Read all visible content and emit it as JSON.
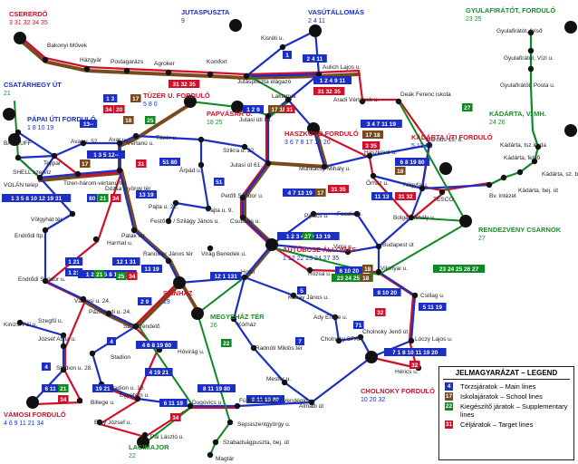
{
  "colors": {
    "main": "#1b2fc4",
    "school": "#7a4a1f",
    "supplementary": "#0e8a22",
    "target": "#d0102a",
    "stop": "#111111",
    "green_text": "#1c8c2c",
    "blue_text": "#1b2fc4",
    "red_text": "#d0102a"
  },
  "terminals": [
    {
      "name": "CSERERDŐ",
      "numbers": "3 31 32 34 35",
      "numColor": "red_text"
    },
    {
      "name": "JUTASPUSZTA",
      "numbers": "9",
      "numColor": "blue_text"
    },
    {
      "name": "VASÚTÁLLOMÁS",
      "numbers": "2 4 11",
      "numColor": "blue_text"
    },
    {
      "name": "GYULAFIRÁTÓT, FORDULÓ",
      "numbers": "23 25",
      "numColor": "green_text"
    },
    {
      "name": "CSATÁRHEGY ÚT",
      "numbers": "21",
      "numColor": "green_text"
    },
    {
      "name": "PÁPAI ÚTI FORDULÓ",
      "numbers": "1 8 10 19",
      "numColor": "blue_text"
    },
    {
      "name": "TÜZÉR U. FORDULÓ",
      "numbers": "5 8 0",
      "numColor": "blue_text"
    },
    {
      "name": "PAPVÁSÁR U.",
      "numbers": "18 25",
      "numColor": "green_text"
    },
    {
      "name": "KÁDÁRTA, V. MH.",
      "numbers": "24 26",
      "numColor": "green_text"
    },
    {
      "name": "HASZKOVÓ FORDULÓ",
      "numbers": "3 6 7 8 17 18 20",
      "numColor": "blue_text"
    },
    {
      "name": "KÁDÁRTA ÚTI FORDULÓ",
      "numbers": "5 13 31",
      "numColor": "blue_text"
    },
    {
      "name": "RENDEZVÉNY CSARNOK",
      "numbers": "27",
      "numColor": "green_text"
    },
    {
      "name": "AUTÓBUSZ-ÁLLOMÁS",
      "numbers": "1 12 22 23 24 27 35",
      "numColor": "blue_text"
    },
    {
      "name": "SZÍNHÁZ",
      "numbers": "19",
      "numColor": "blue_text"
    },
    {
      "name": "MEGYEHÁZ TÉR",
      "numbers": "26",
      "numColor": "green_text"
    },
    {
      "name": "CHOLNOKY FORDULÓ",
      "numbers": "10 20 32",
      "numColor": "blue_text"
    },
    {
      "name": "VÁMOSI FORDULÓ",
      "numbers": "4 6 9 11 21 34",
      "numColor": "blue_text"
    },
    {
      "name": "LACIMAJOR",
      "numbers": "22",
      "numColor": "green_text"
    }
  ],
  "stops": [
    "Bakonyi Művek",
    "Házgyár",
    "Postagarázs",
    "Agroker",
    "Komfort",
    "Kisréti u.",
    "Jutaspuszta elágazó",
    "Aulich Lajos u.",
    "Laktanya",
    "Aradi Vértanúk u.",
    "Deák Ferenc iskola",
    "Gyulafirátót, felső",
    "Gyulafirátót, Vízi u.",
    "Gyulafirátót, Posta u.",
    "Kádárta, tsz iroda",
    "Kádárta, felső",
    "Kádárta, sz. bolt",
    "Kádárta, bej. út",
    "Bv. intézet",
    "TESCO",
    "Március 15. u.",
    "Haszkovó u.",
    "Munkácsy Mihály u.",
    "Őrház u.",
    "Tölgyfa u.",
    "Jutasi úti ltp.",
    "Jutasi út 61.",
    "Szikra u. 22.",
    "Tüzér u.",
    "Avar u.",
    "Vértanú u.",
    "Avar u. 52.",
    "Tejipar",
    "BAL-LUFF",
    "SHELL szerviz",
    "VOLÁN telep",
    "Tizen-három-vértanú tér",
    "Dózsa György tér",
    "Völgyhát tér",
    "Endrődi ltp.",
    "Harmat u.",
    "Patak tér",
    "Festő u. / Szilágy János u.",
    "Pajta u. 22.",
    "Pajta u. 9.",
    "Árpád u.",
    "Petőfi Sándor u.",
    "Csutorás u.",
    "Pipacs u.",
    "Fecske u.",
    "Bolgár Mihály u.",
    "Budapest út",
    "Viola u.",
    "Virág Benedek u.",
    "Ranolder János tér",
    "Hotel",
    "Rózsa u.",
    "Vilonyai u.",
    "Csillag u.",
    "Endrődi Sándor u.",
    "Vámosi u. 24.",
    "Pázmándi u. 24.",
    "Kinizsi Pál u.",
    "Szegfű u.",
    "József Attila u.",
    "Stadion",
    "Stadion u. 28.",
    "Stadion u. 19.",
    "SZTK-rendelő",
    "Hóvirág u.",
    "Egyetem u.",
    "Billege u.",
    "Egry József u.",
    "Pál László u.",
    "Dugovics u.",
    "Kórház",
    "Radnóti Miklós tér",
    "Kabay János u.",
    "Ady Endre u.",
    "Cholnoky SPAR",
    "Cholnoky Jenő út",
    "Lóczy Lajos u.",
    "Hérics u.",
    "Mester u.",
    "Almádi út",
    "Füredi út / Sport Vendéglő",
    "Sepsiszentgyörgy u.",
    "Szabadságpuszta, bej. út",
    "Magtár"
  ],
  "boxes": [
    {
      "t": "1",
      "c": "main"
    },
    {
      "t": "2 4 11",
      "c": "main"
    },
    {
      "t": "1 3",
      "c": "main"
    },
    {
      "t": "17",
      "c": "school"
    },
    {
      "t": "31 32 35",
      "c": "target"
    },
    {
      "t": "1 2 4 9 11",
      "c": "main"
    },
    {
      "t": "31 32 35",
      "c": "target"
    },
    {
      "t": "18",
      "c": "school"
    },
    {
      "t": "25",
      "c": "supplementary"
    },
    {
      "t": "3 4 7 11 19",
      "c": "main"
    },
    {
      "t": "17 18",
      "c": "school"
    },
    {
      "t": "3 35",
      "c": "target"
    },
    {
      "t": "27",
      "c": "supplementary"
    },
    {
      "t": "6 8 19 80",
      "c": "main"
    },
    {
      "t": "18",
      "c": "school"
    },
    {
      "t": "1 2 9",
      "c": "main"
    },
    {
      "t": "17 18",
      "c": "school"
    },
    {
      "t": "31",
      "c": "target"
    },
    {
      "t": "34",
      "c": "target"
    },
    {
      "t": "13--",
      "c": "main"
    },
    {
      "t": "1 3 5 12--",
      "c": "main"
    },
    {
      "t": "17",
      "c": "school"
    },
    {
      "t": "20",
      "c": "target"
    },
    {
      "t": "51 80",
      "c": "main"
    },
    {
      "t": "31",
      "c": "target"
    },
    {
      "t": "1 3 5 8 10 12 19 31",
      "c": "main"
    },
    {
      "t": "80",
      "c": "main"
    },
    {
      "t": "21",
      "c": "supplementary"
    },
    {
      "t": "34",
      "c": "target"
    },
    {
      "t": "13 19",
      "c": "main"
    },
    {
      "t": "51",
      "c": "main"
    },
    {
      "t": "4 7 13 19",
      "c": "main"
    },
    {
      "t": "17",
      "c": "school"
    },
    {
      "t": "31 35",
      "c": "target"
    },
    {
      "t": "11 13",
      "c": "main"
    },
    {
      "t": "31 32",
      "c": "target"
    },
    {
      "t": "1 2 3 4 7 9 13 19",
      "c": "main"
    },
    {
      "t": "27",
      "c": "supplementary"
    },
    {
      "t": "1 21",
      "c": "main"
    },
    {
      "t": "1 21",
      "c": "main"
    },
    {
      "t": "12 1 31",
      "c": "main"
    },
    {
      "t": "13 19",
      "c": "main"
    },
    {
      "t": "1 2 13 5 8 10 80",
      "c": "main"
    },
    {
      "t": "21",
      "c": "supplementary"
    },
    {
      "t": "25",
      "c": "supplementary"
    },
    {
      "t": "34",
      "c": "target"
    },
    {
      "t": "12 1 131",
      "c": "main"
    },
    {
      "t": "6 10 20",
      "c": "main"
    },
    {
      "t": "18",
      "c": "school"
    },
    {
      "t": "23 24 25 26",
      "c": "supplementary"
    },
    {
      "t": "18",
      "c": "school"
    },
    {
      "t": "23 24 25 26 27",
      "c": "supplementary"
    },
    {
      "t": "8 10 20",
      "c": "main"
    },
    {
      "t": "32",
      "c": "target"
    },
    {
      "t": "5 11 19",
      "c": "main"
    },
    {
      "t": "2 9",
      "c": "main"
    },
    {
      "t": "5",
      "c": "main"
    },
    {
      "t": "4",
      "c": "main"
    },
    {
      "t": "4",
      "c": "main"
    },
    {
      "t": "4 6 8 19 80",
      "c": "main"
    },
    {
      "t": "4 19 21",
      "c": "main"
    },
    {
      "t": "22",
      "c": "supplementary"
    },
    {
      "t": "7",
      "c": "main"
    },
    {
      "t": "7 1 8 10 11 19 20",
      "c": "main"
    },
    {
      "t": "32",
      "c": "target"
    },
    {
      "t": "6 11",
      "c": "main"
    },
    {
      "t": "21",
      "c": "supplementary"
    },
    {
      "t": "34",
      "c": "target"
    },
    {
      "t": "19 21",
      "c": "main"
    },
    {
      "t": "8 11 19 80",
      "c": "main"
    },
    {
      "t": "6 11 19",
      "c": "main"
    },
    {
      "t": "34",
      "c": "target"
    },
    {
      "t": "8 11 19 80",
      "c": "main"
    },
    {
      "t": "71",
      "c": "main"
    }
  ],
  "legend": {
    "title": "JELMAGYARÁZAT – LEGEND",
    "items": [
      {
        "num": "4",
        "color": "main",
        "label": "Törzsjáratok – Main lines"
      },
      {
        "num": "17",
        "color": "school",
        "label": "Iskolajáratok – School lines"
      },
      {
        "num": "22",
        "color": "supplementary",
        "label": "Kiegészítő járatok – Supplementary lines"
      },
      {
        "num": "31",
        "color": "target",
        "label": "Céljáratok – Target lines"
      }
    ]
  }
}
